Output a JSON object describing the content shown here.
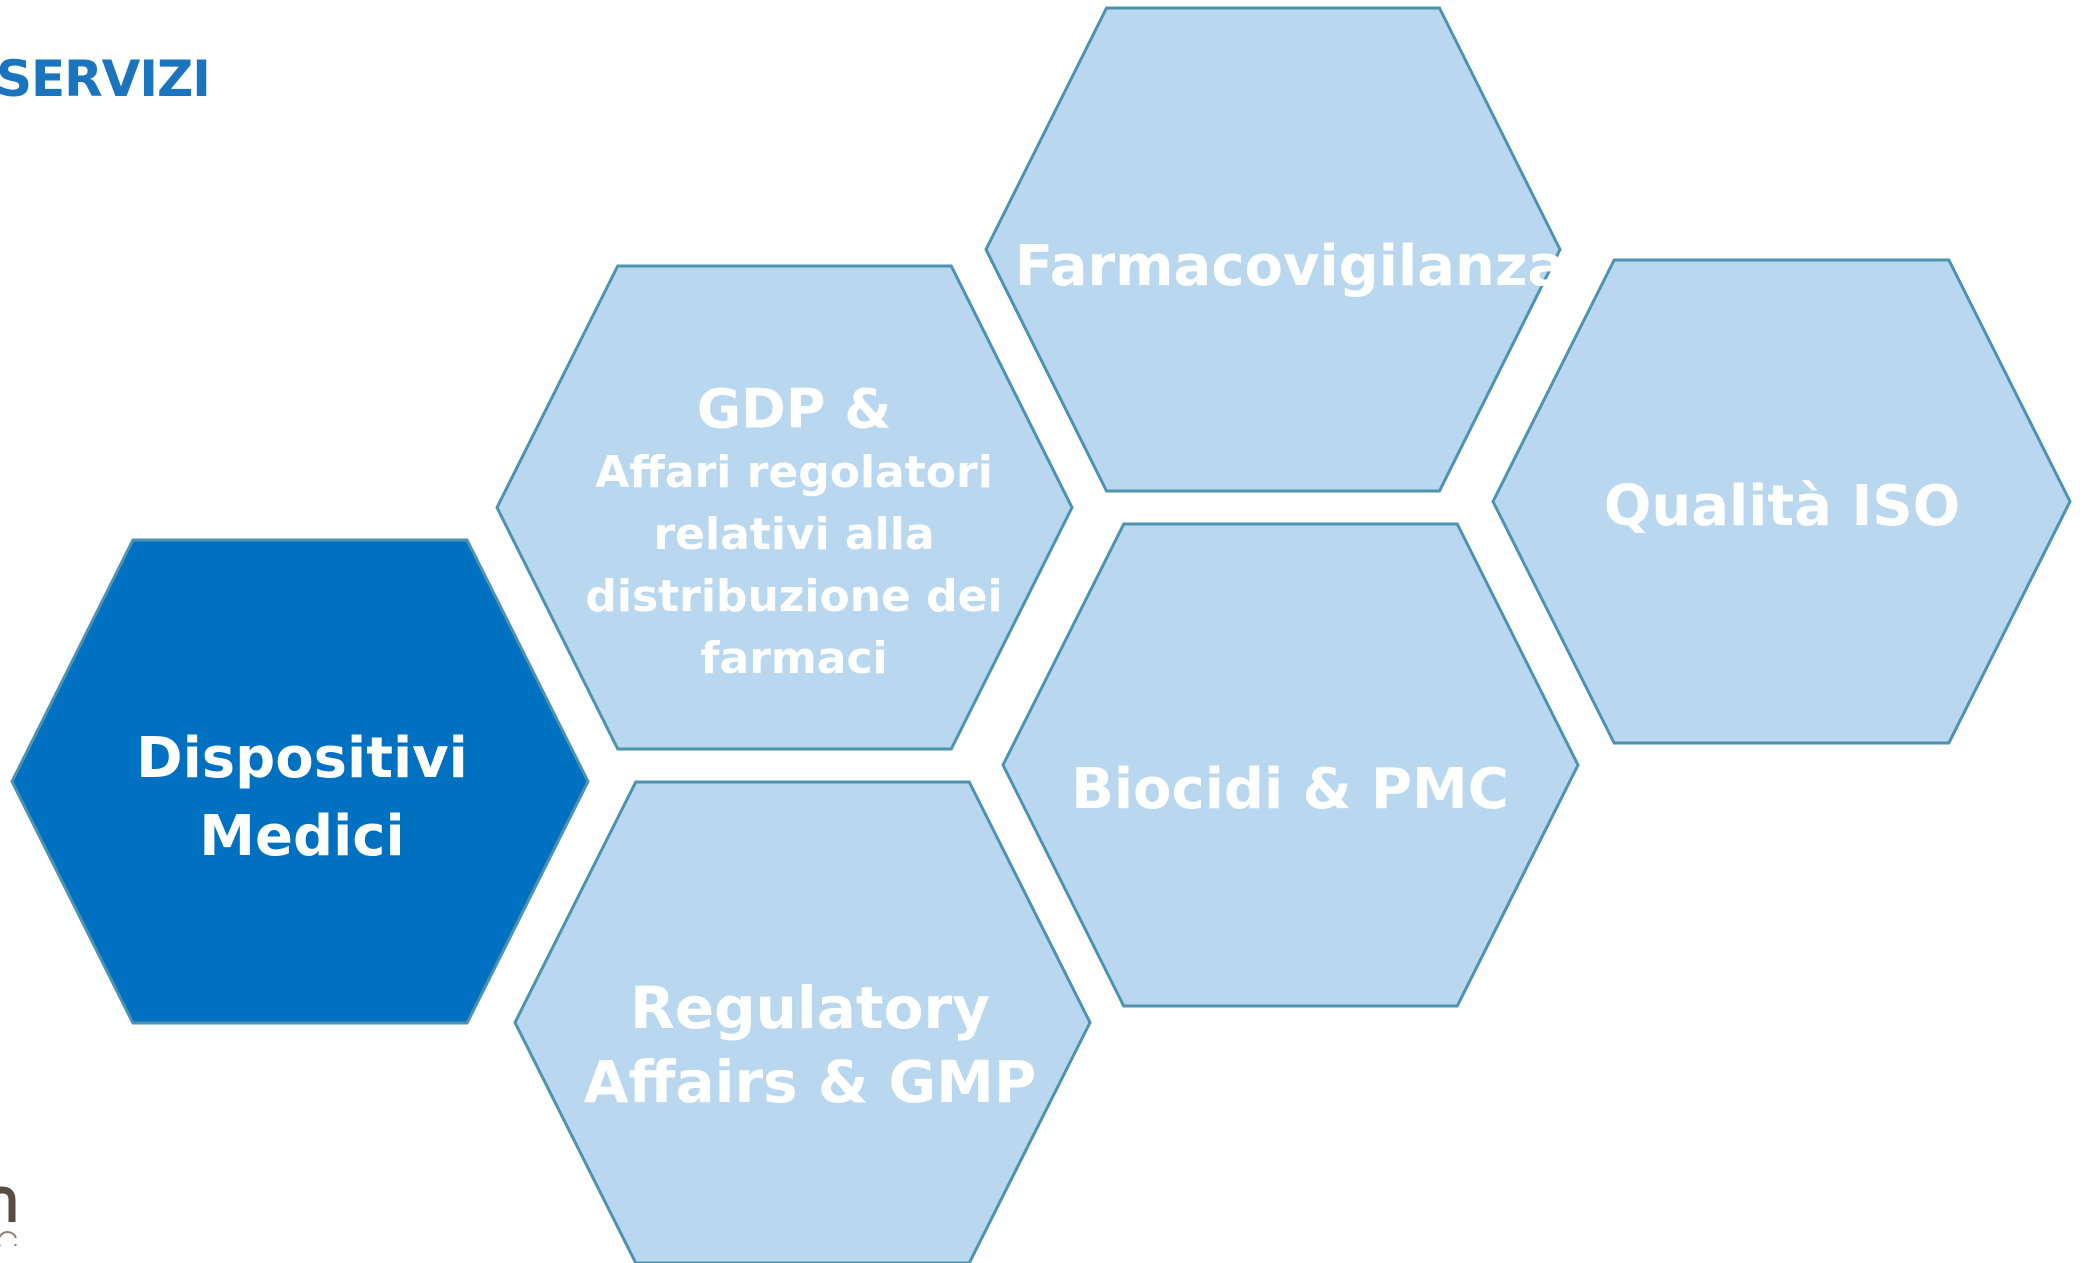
{
  "page": {
    "title": "SERVIZI"
  },
  "colors": {
    "title": "#1a74be",
    "hex_active_fill": "#0070c0",
    "hex_fill": "#b9d7ee",
    "hex_stroke": "#4d93b0",
    "label": "#ffffff",
    "logo": "#5a4e44"
  },
  "hexagons": [
    {
      "id": "dispositivi-medici",
      "active": true,
      "lines": [
        "Dispositivi",
        "Medici"
      ]
    },
    {
      "id": "gdp-affari-regolatori",
      "active": false,
      "lines": [
        "GDP &",
        "Affari regolatori",
        "relativi alla",
        "distribuzione dei",
        "farmaci"
      ]
    },
    {
      "id": "regulatory-affairs-gmp",
      "active": false,
      "lines": [
        "Regulatory",
        "Affairs & GMP"
      ]
    },
    {
      "id": "farmacovigilanza",
      "active": false,
      "lines": [
        "Farmacovigilanza"
      ]
    },
    {
      "id": "biocidi-pmc",
      "active": false,
      "lines": [
        "Biocidi & PMC"
      ]
    },
    {
      "id": "qualita-iso",
      "active": false,
      "lines": [
        "Qualità ISO"
      ]
    }
  ],
  "logo": {
    "icon": "company-logo-fragment"
  }
}
